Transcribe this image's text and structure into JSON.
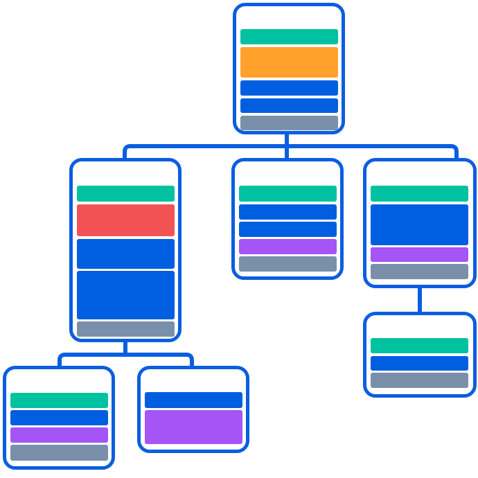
{
  "colors": {
    "frame": "#0a5ee0",
    "header": "#00c2a0",
    "orange": "#ffa12a",
    "blue": "#005ee0",
    "gray": "#7a8faa",
    "red": "#f35255",
    "purple": "#a554f5"
  },
  "tree": {
    "nodes": [
      {
        "id": "root",
        "blocks": [
          "header",
          "orange",
          "blue",
          "blue",
          "gray"
        ]
      },
      {
        "id": "left",
        "blocks": [
          "header",
          "red",
          "blue",
          "blue",
          "gray"
        ]
      },
      {
        "id": "middle",
        "blocks": [
          "header",
          "blue",
          "blue",
          "purple",
          "gray"
        ]
      },
      {
        "id": "right",
        "blocks": [
          "header",
          "blue",
          "purple",
          "gray"
        ]
      },
      {
        "id": "right-child",
        "blocks": [
          "header",
          "blue",
          "gray"
        ]
      },
      {
        "id": "bottom-left",
        "blocks": [
          "header",
          "blue",
          "purple",
          "gray"
        ]
      },
      {
        "id": "bottom-middle",
        "blocks": [
          "blue",
          "purple"
        ]
      }
    ],
    "edges": [
      [
        "root",
        "left"
      ],
      [
        "root",
        "middle"
      ],
      [
        "root",
        "right"
      ],
      [
        "right",
        "right-child"
      ],
      [
        "left",
        "bottom-left"
      ],
      [
        "left",
        "bottom-middle"
      ]
    ]
  }
}
